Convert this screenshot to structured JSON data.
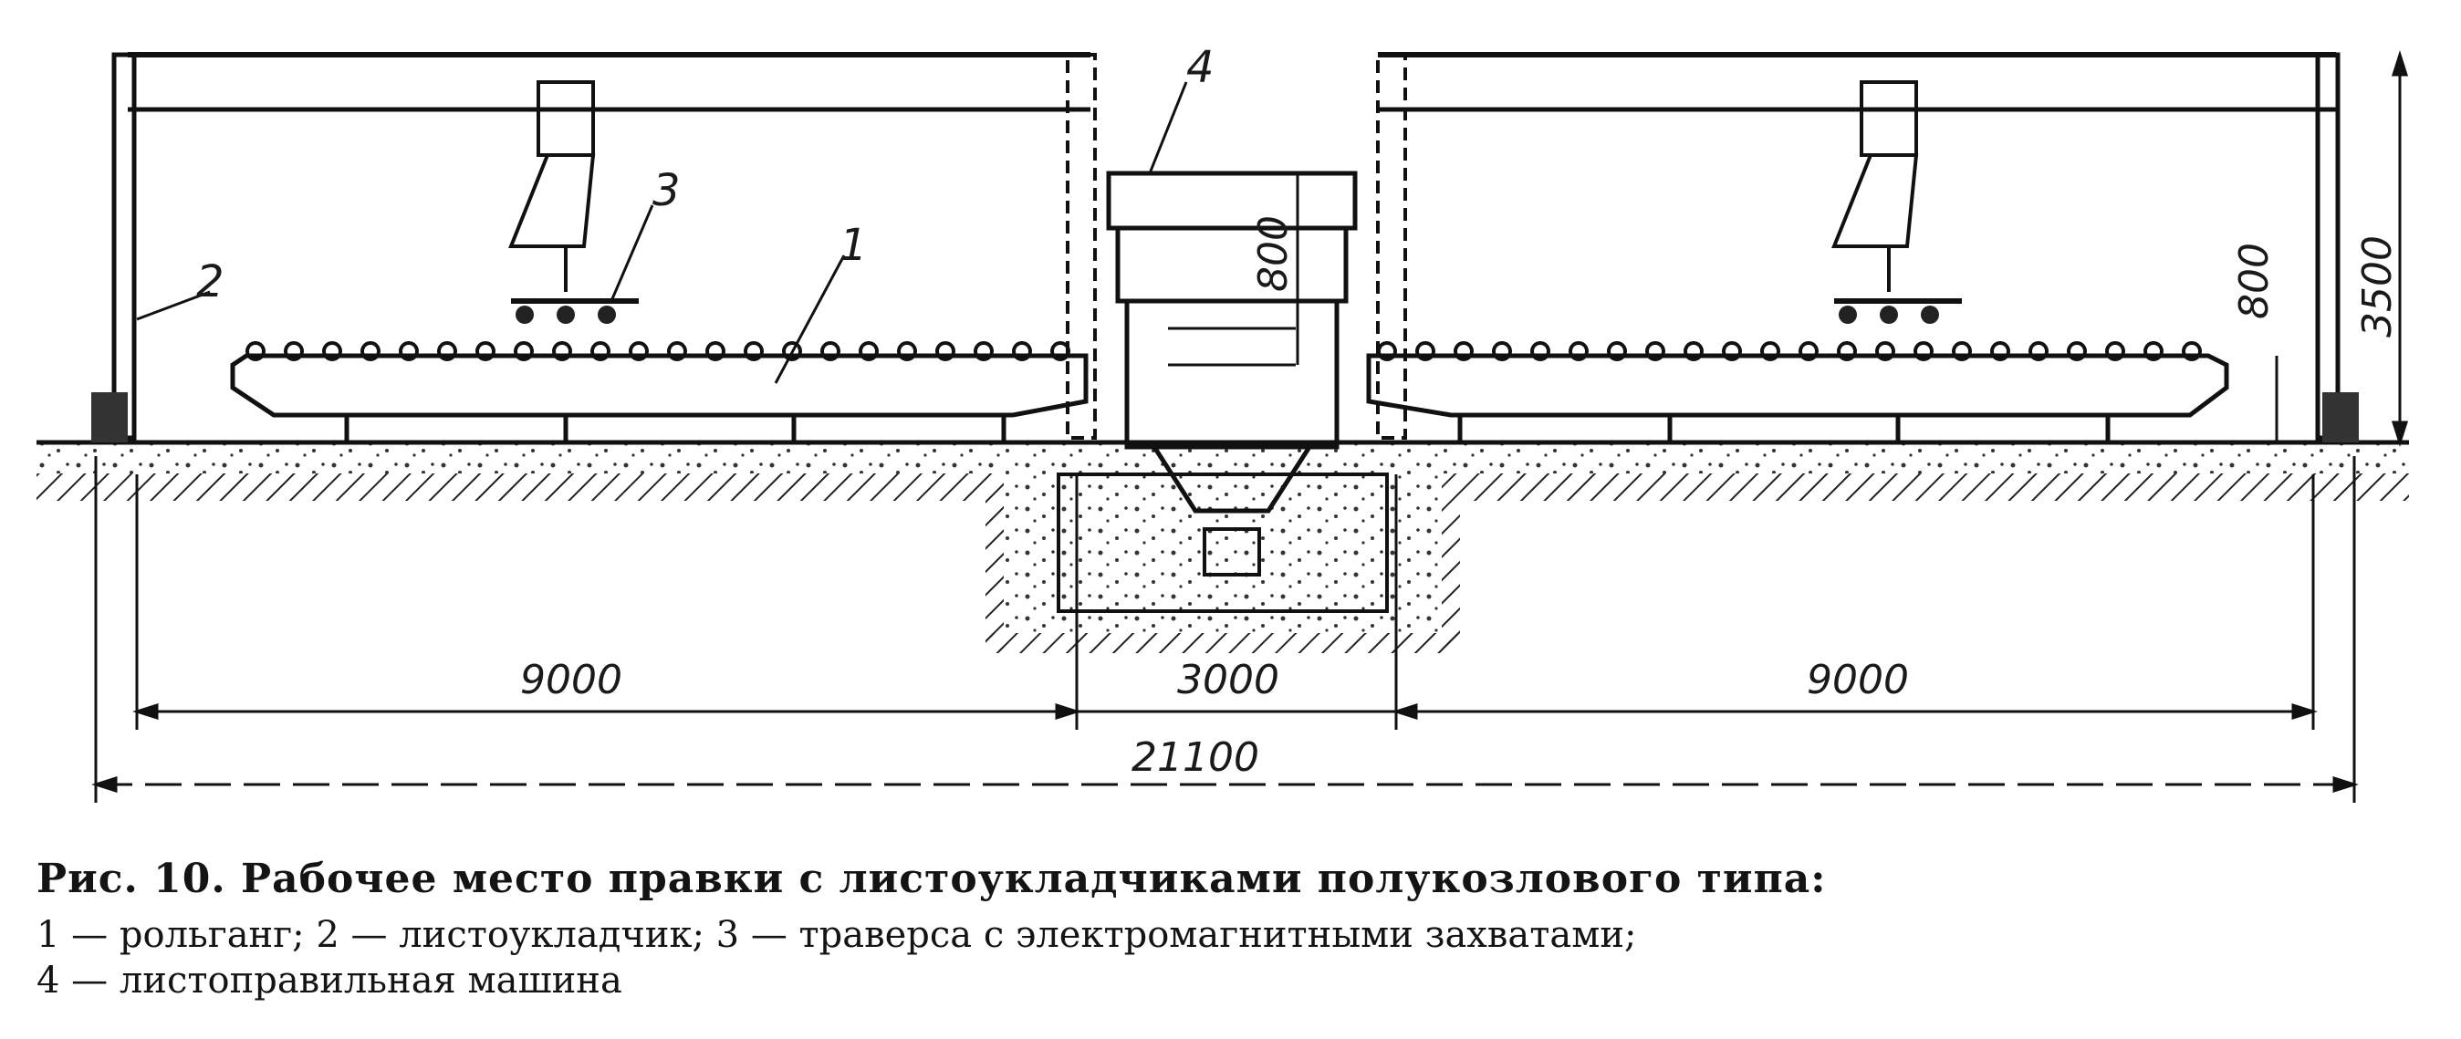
{
  "figure": {
    "callouts": [
      "1",
      "2",
      "3",
      "4"
    ],
    "dimensions": {
      "left_span": "9000",
      "center_span": "3000",
      "right_span": "9000",
      "total_span": "21100",
      "roller_height": "800",
      "machine_height": "800",
      "crane_height": "3500"
    }
  },
  "caption": {
    "title": "Рис. 10. Рабочее место правки с листоукладчиками полукозлового типа:",
    "legend_line1": "1 — рольганг;  2 — листоукладчик;  3 — траверса с электромагнитными захватами;",
    "legend_line2": "4 — листоправильная машина"
  }
}
